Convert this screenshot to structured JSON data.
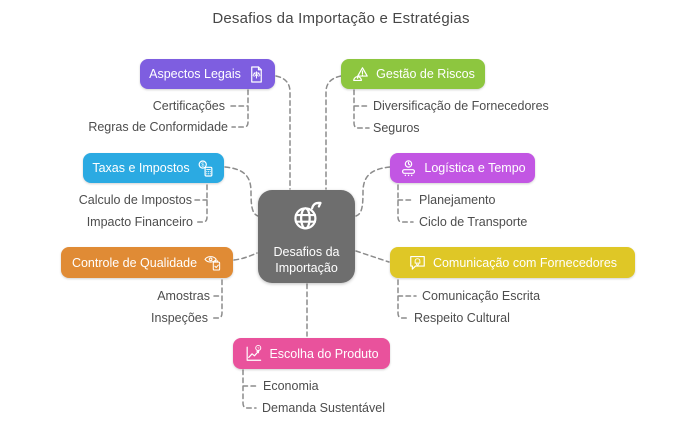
{
  "title": "Desafios da Importação e Estratégias",
  "center": {
    "label": "Desafios da Importação",
    "color": "#6E6E6E",
    "icon": "globe-import-icon"
  },
  "branches": [
    {
      "id": "aspectos-legais",
      "label": "Aspectos Legais",
      "color": "#7E5EE0",
      "icon": "legal-document-scales-icon",
      "icon_side": "right",
      "children": [
        "Certificações",
        "Regras de Conformidade"
      ]
    },
    {
      "id": "gestao-de-riscos",
      "label": "Gestão de Riscos",
      "color": "#8DC63F",
      "icon": "risk-warning-icon",
      "icon_side": "left",
      "children": [
        "Diversificação de Fornecedores",
        "Seguros"
      ]
    },
    {
      "id": "taxas-e-impostos",
      "label": "Taxas e Impostos",
      "color": "#2BAAE2",
      "icon": "money-calculator-icon",
      "icon_side": "right",
      "children": [
        "Calculo de Impostos",
        "Impacto Financeiro"
      ]
    },
    {
      "id": "logistica-e-tempo",
      "label": "Logística e Tempo",
      "color": "#C256E3",
      "icon": "clock-conveyor-icon",
      "icon_side": "left",
      "children": [
        "Planejamento",
        "Ciclo de Transporte"
      ]
    },
    {
      "id": "controle-de-qualidade",
      "label": "Controle de Qualidade",
      "color": "#E08B35",
      "icon": "eye-checklist-icon",
      "icon_side": "right",
      "children": [
        "Amostras",
        "Inspeções"
      ]
    },
    {
      "id": "comunicacao-com-fornecedores",
      "label": "Comunicação com Fornecedores",
      "color": "#DFC726",
      "icon": "chat-bell-icon",
      "icon_side": "left",
      "children": [
        "Comunicação Escrita",
        "Respeito Cultural"
      ]
    },
    {
      "id": "escolha-do-produto",
      "label": "Escolha do Produto",
      "color": "#E9529C",
      "icon": "chart-question-icon",
      "icon_side": "left",
      "children": [
        "Economia",
        "Demanda Sustentável"
      ]
    }
  ],
  "colors": {
    "connector": "#8C8C8C",
    "text": "#4D4D4D",
    "title": "#474747",
    "background": "#FFFFFF"
  }
}
